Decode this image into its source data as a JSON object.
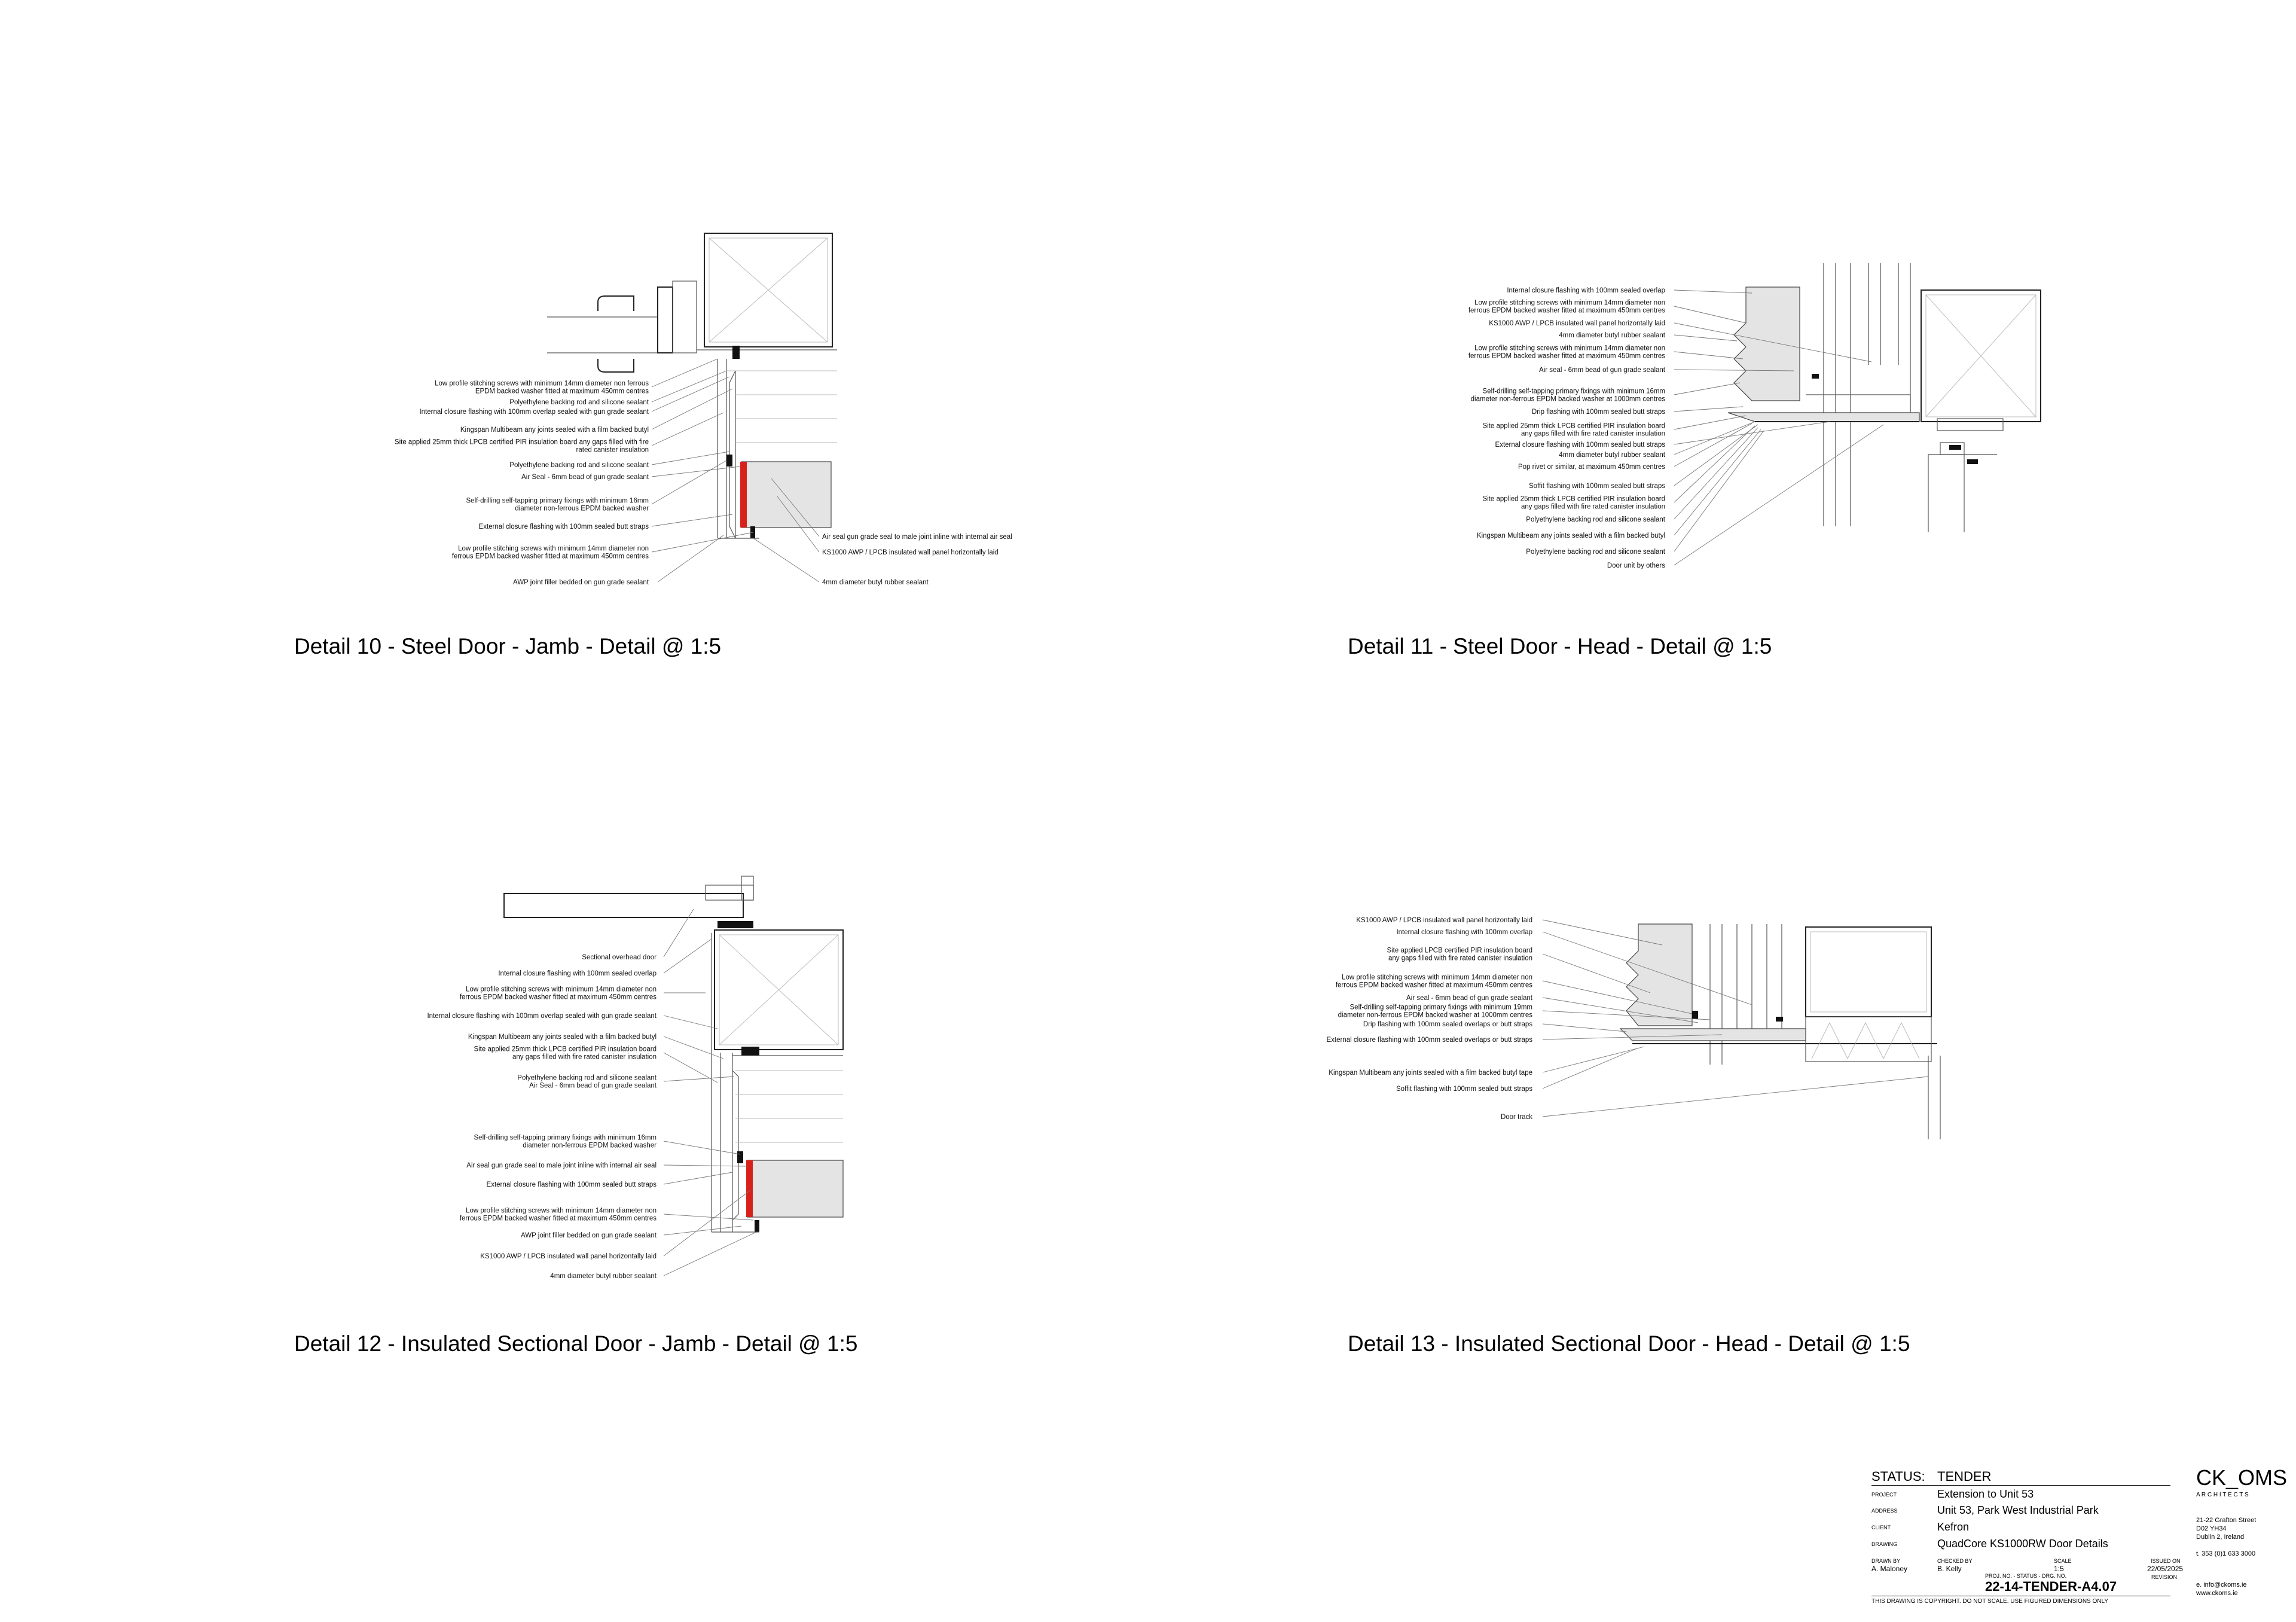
{
  "details": [
    {
      "title": "Detail 10 - Steel Door - Jamb - Detail @ 1:5",
      "left_labels": [
        [
          "Low profile stitching screws with minimum 14mm diameter non ferrous",
          "EPDM backed washer fitted at maximum 450mm centres"
        ],
        [
          "Polyethylene backing rod and silicone sealant"
        ],
        [
          "Internal closure flashing with 100mm overlap sealed with gun grade sealant"
        ],
        [
          "Kingspan Multibeam any joints sealed with a film backed butyl"
        ],
        [
          "Site applied 25mm thick LPCB certified PIR insulation board any gaps filled with fire",
          "rated canister insulation"
        ],
        [
          "Polyethylene backing rod and silicone sealant"
        ],
        [
          "Air Seal - 6mm bead of gun grade sealant"
        ],
        [
          "Self-drilling self-tapping primary fixings with minimum 16mm",
          "diameter non-ferrous EPDM backed washer"
        ],
        [
          "External closure flashing with 100mm sealed butt straps"
        ],
        [
          "Low profile stitching screws with minimum 14mm diameter non",
          "ferrous EPDM backed washer fitted at maximum 450mm centres"
        ],
        [
          "AWP joint filler bedded on gun grade sealant"
        ]
      ],
      "right_labels": [
        [
          "Air seal gun grade seal to male joint inline with internal air seal"
        ],
        [
          "KS1000 AWP / LPCB insulated wall panel horizontally laid"
        ],
        [
          "4mm diameter butyl rubber sealant"
        ]
      ]
    },
    {
      "title": "Detail 11 - Steel Door - Head - Detail @ 1:5",
      "left_labels": [
        [
          "Internal closure flashing with 100mm sealed overlap"
        ],
        [
          "Low profile stitching screws with minimum 14mm diameter non",
          "ferrous EPDM backed washer fitted at maximum 450mm centres"
        ],
        [
          "KS1000 AWP / LPCB insulated wall panel horizontally laid"
        ],
        [
          "4mm diameter butyl rubber sealant"
        ],
        [
          "Low profile stitching screws with minimum 14mm diameter non",
          "ferrous EPDM backed washer fitted at maximum 450mm centres"
        ],
        [
          "Air seal - 6mm bead of gun grade sealant"
        ],
        [
          "Self-drilling self-tapping primary fixings with minimum 16mm",
          "diameter non-ferrous EPDM backed washer at 1000mm centres"
        ],
        [
          "Drip flashing with 100mm sealed butt straps"
        ],
        [
          "Site applied 25mm thick LPCB certified PIR insulation board",
          "any gaps filled with fire rated canister insulation"
        ],
        [
          "External closure flashing with 100mm sealed butt straps"
        ],
        [
          "4mm diameter butyl rubber sealant"
        ],
        [
          "Pop rivet or similar, at maximum 450mm centres"
        ],
        [
          "Soffit flashing with 100mm sealed butt straps"
        ],
        [
          "Site applied 25mm thick LPCB certified PIR insulation board",
          "any gaps filled with fire rated canister insulation"
        ],
        [
          "Polyethylene backing rod and silicone sealant"
        ],
        [
          "Kingspan Multibeam any joints sealed with a film backed butyl"
        ],
        [
          "Polyethylene backing rod and silicone sealant"
        ],
        [
          "Door unit by others"
        ]
      ]
    },
    {
      "title": "Detail 12 - Insulated Sectional Door - Jamb - Detail @ 1:5",
      "left_labels": [
        [
          "Sectional overhead door"
        ],
        [
          "Internal closure flashing with 100mm sealed overlap"
        ],
        [
          "Low profile stitching screws with minimum 14mm diameter non",
          "ferrous EPDM backed washer fitted at maximum 450mm centres"
        ],
        [
          "Internal closure flashing with 100mm overlap sealed with gun grade sealant"
        ],
        [
          "Kingspan Multibeam any joints sealed with a film backed butyl"
        ],
        [
          "Site applied 25mm thick LPCB certified PIR insulation board",
          "any gaps filled with fire rated canister insulation"
        ],
        [
          "Polyethylene backing rod and silicone sealant",
          "Air Seal - 6mm bead of gun grade sealant"
        ],
        [
          "Self-drilling self-tapping primary fixings with minimum 16mm",
          "diameter non-ferrous EPDM backed washer"
        ],
        [
          "Air seal gun grade seal to male joint inline with internal air seal"
        ],
        [
          "External closure flashing with 100mm sealed butt straps"
        ],
        [
          "Low profile stitching screws with minimum 14mm diameter non",
          "ferrous EPDM backed washer fitted at maximum 450mm centres"
        ],
        [
          "AWP joint filler bedded on gun grade sealant"
        ],
        [
          "KS1000 AWP / LPCB insulated wall panel horizontally laid"
        ],
        [
          "4mm diameter butyl rubber sealant"
        ]
      ]
    },
    {
      "title": "Detail 13 - Insulated Sectional Door - Head - Detail @ 1:5",
      "left_labels": [
        [
          "KS1000 AWP / LPCB insulated wall panel horizontally laid"
        ],
        [
          "Internal closure flashing with 100mm overlap"
        ],
        [
          "Site applied LPCB certified PIR insulation board",
          "any gaps filled with fire rated canister insulation"
        ],
        [
          "Low profile stitching screws with minimum 14mm diameter non",
          "ferrous EPDM backed washer fitted at maximum 450mm centres"
        ],
        [
          "Air seal - 6mm bead of gun grade sealant"
        ],
        [
          "Self-drilling self-tapping primary fixings with minimum 19mm",
          "diameter non-ferrous EPDM backed washer at 1000mm centres"
        ],
        [
          "Drip flashing with 100mm sealed overlaps or butt straps"
        ],
        [
          "External closure flashing with 100mm sealed overlaps or butt straps"
        ],
        [
          "Kingspan Multibeam any joints sealed with a film backed butyl tape"
        ],
        [
          "Soffit flashing with 100mm sealed butt straps"
        ],
        [
          "Door track"
        ]
      ]
    }
  ],
  "title_block": {
    "status_label": "STATUS:",
    "status_value": "TENDER",
    "project_label": "PROJECT",
    "project_value": "Extension to Unit 53",
    "address_label": "ADDRESS",
    "address_value": "Unit 53, Park West Industrial Park",
    "client_label": "CLIENT",
    "client_value": "Kefron",
    "drawing_label": "DRAWING",
    "drawing_value": "QuadCore KS1000RW Door Details",
    "drawn_by_label": "DRAWN BY",
    "drawn_by_value": "A. Maloney",
    "checked_by_label": "CHECKED BY",
    "checked_by_value": "B. Kelly",
    "scale_label": "SCALE",
    "scale_value": "1:5",
    "issued_label": "ISSUED ON",
    "issued_value": "22/05/2025",
    "projno_label": "PROJ. NO. - STATUS - DRG. NO.",
    "drawing_number": "22-14-TENDER-A4.07",
    "revision_label": "REVISION",
    "copyright": "THIS DRAWING IS COPYRIGHT. DO NOT SCALE. USE FIGURED DIMENSIONS ONLY",
    "firm_name": "CK_OMS",
    "firm_sub": "A R C H I T E C T S",
    "address_1": "21-22  Grafton  Street",
    "address_2": "D02 YH34",
    "address_3": "Dublin 2, Ireland",
    "phone": "t. 353 (0)1 633 3000",
    "email": "e. info@ckoms.ie",
    "web": "www.ckoms.ie"
  }
}
